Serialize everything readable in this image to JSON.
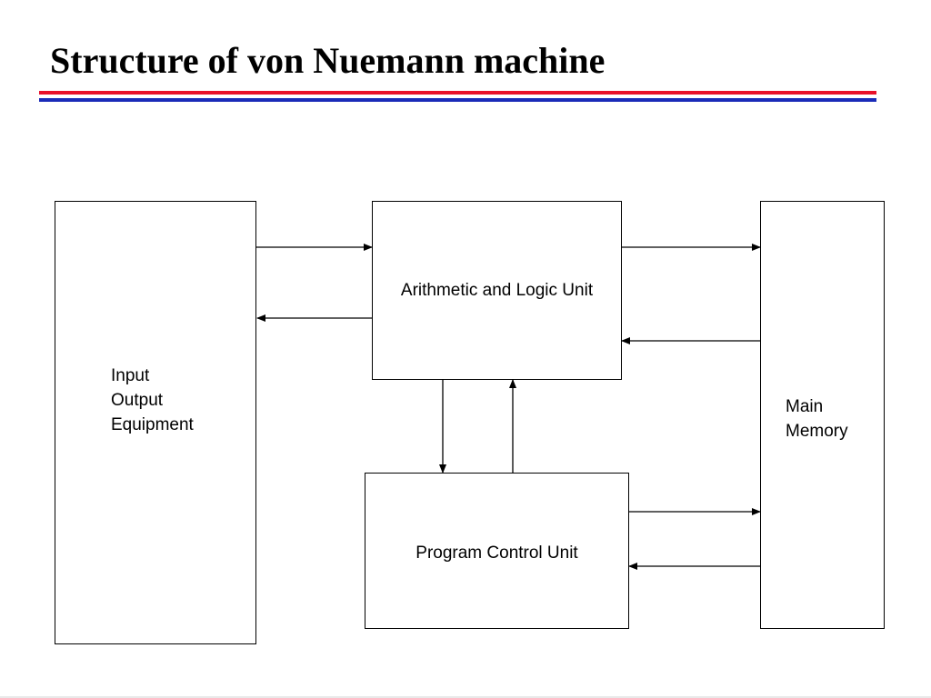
{
  "slide": {
    "title": "Structure of von Nuemann machine",
    "title_rule_colors": [
      "#e8102a",
      "#1a2bb8"
    ]
  },
  "blocks": {
    "input_output": {
      "lines": [
        "Input",
        "Output",
        "Equipment"
      ]
    },
    "alu": {
      "label": "Arithmetic and Logic Unit"
    },
    "program_control": {
      "label": "Program Control Unit"
    },
    "main_memory": {
      "lines": [
        "Main",
        "Memory"
      ]
    }
  },
  "colors": {
    "line": "#000000",
    "background": "#ffffff"
  }
}
